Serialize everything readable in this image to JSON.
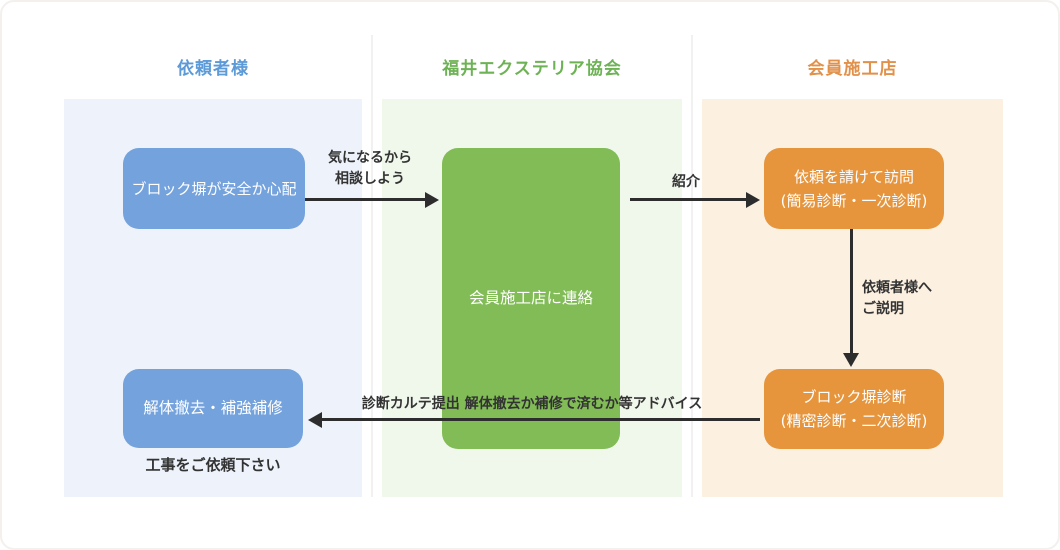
{
  "diagram": {
    "columns": {
      "client": {
        "header": "依頼者様",
        "header_color": "#5c9ad8",
        "panel_color": "#edf2fb"
      },
      "association": {
        "header": "福井エクステリア協会",
        "header_color": "#6db254",
        "panel_color": "#f0f7eb"
      },
      "member": {
        "header": "会員施工店",
        "header_color": "#e2914a",
        "panel_color": "#fcf0e1"
      }
    },
    "nodes": {
      "worry": {
        "line1": "ブロック塀が安全か心配",
        "color": "#74a2dc"
      },
      "contact": {
        "line1": "会員施工店に連絡",
        "color": "#81bc57"
      },
      "visit": {
        "line1": "依頼を請けて訪問",
        "line2": "(簡易診断・一次診断)",
        "color": "#e6953d"
      },
      "diagnosis": {
        "line1": "ブロック塀診断",
        "line2": "(精密診断・二次診断)",
        "color": "#e6953d"
      },
      "work": {
        "line1": "解体撤去・補強補修",
        "color": "#74a2dc"
      }
    },
    "edges": {
      "consult": {
        "line1": "気になるから",
        "line2": "相談しよう"
      },
      "introduce": {
        "line1": "紹介"
      },
      "explain": {
        "line1": "依頼者様へ",
        "line2": "ご説明"
      },
      "advice": {
        "line1": "診断カルテ提出 解体撤去か補修で済むか等アドバイス"
      }
    },
    "footnote": "工事をご依頼下さい",
    "arrow_color": "#2d2d2d"
  }
}
